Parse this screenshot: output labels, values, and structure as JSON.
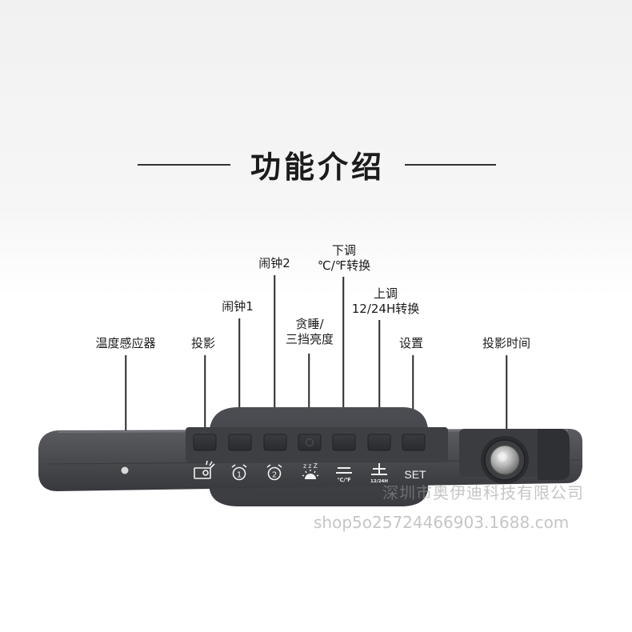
{
  "title": "功能介绍",
  "labels": {
    "temp_sensor": "温度感应器",
    "projection": "投影",
    "alarm1": "闹钟1",
    "alarm2": "闹钟2",
    "snooze_line1": "贪睡/",
    "snooze_line2": "三挡亮度",
    "down_line1": "下调",
    "down_line2": "℃/℉转换",
    "up_line1": "上调",
    "up_line2": "12/24H转换",
    "set": "设置",
    "projection_time": "投影时间"
  },
  "button_marks": {
    "alarm1": "1",
    "alarm2": "2",
    "snooze": "z z Z",
    "down_sub": "℃/℉",
    "up_sub": "12/24H",
    "set": "SET"
  },
  "watermark": {
    "company": "深圳市奥伊迪科技有限公司",
    "url": "shop5o25724466903.1688.com"
  },
  "colors": {
    "device_body": "#4a4c50",
    "device_dark": "#34363a",
    "text": "#1a1a1a"
  }
}
